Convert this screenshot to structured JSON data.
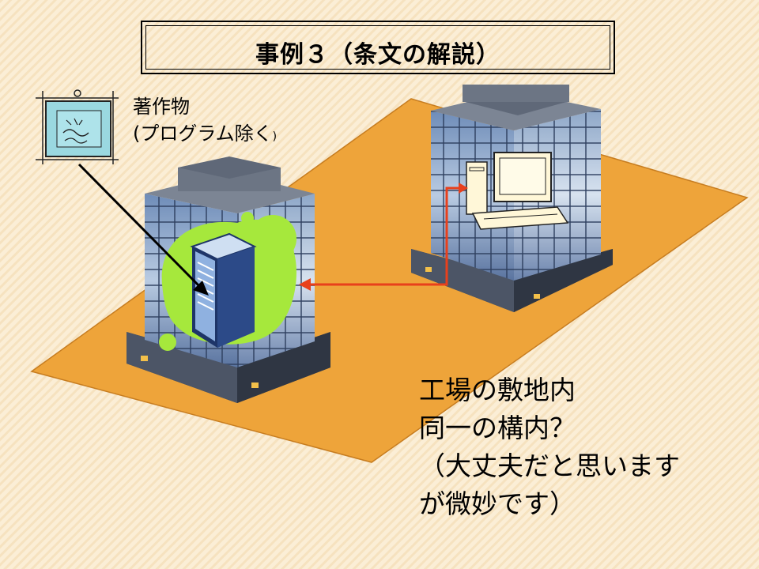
{
  "slide": {
    "title": "事例３（条文の解説）",
    "copyright_label": {
      "line1": "著作物",
      "line2_main": "(プログラム除く",
      "line2_close": ")"
    },
    "note_lines": [
      "工場の敷地内",
      "同一の構内？",
      "（大丈夫だと思います",
      "が微妙です）"
    ]
  },
  "colors": {
    "background": "#fbeed6",
    "ground": "#eea43a",
    "arrow_red": "#e8401c",
    "highlight_green": "#a6e83c"
  },
  "icons": [
    "picture-frame-icon",
    "server-rack-icon",
    "desktop-computer-icon",
    "office-building-icon"
  ]
}
